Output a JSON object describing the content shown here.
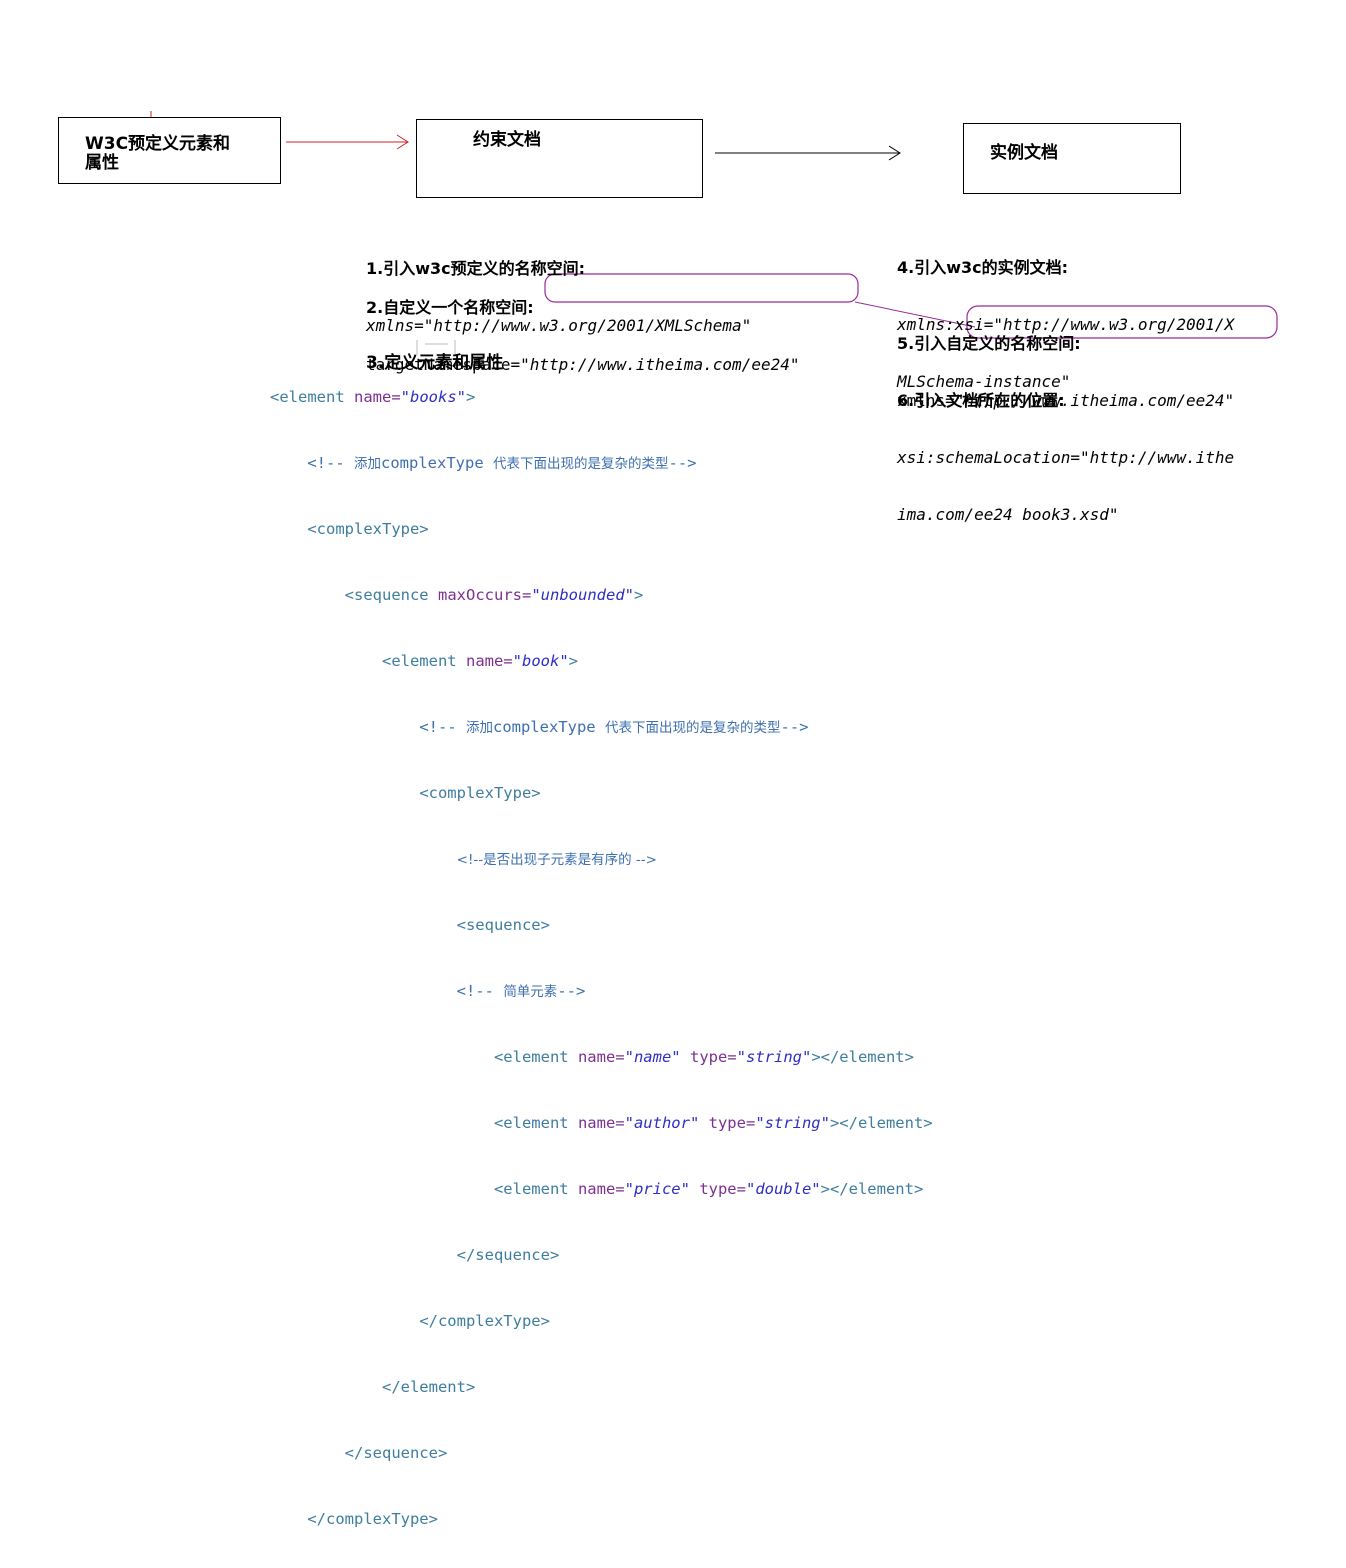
{
  "boxes": {
    "w3c_line1": "W3C预定义元素和",
    "w3c_line2": "属性",
    "constraint": "约束文档",
    "instance": "实例文档"
  },
  "notes": {
    "n1_title": "1.引入w3c预定义的名称空间:",
    "n1_value": "xmlns=\"http://www.w3.org/2001/XMLSchema\"",
    "n2_title": "2.自定义一个名称空间:",
    "n2_prefix": "targetNamespace=",
    "n2_value": "\"http://www.itheima.com/ee24\"",
    "n3_title": "3.定义元素和属性",
    "n4_title": "4.引入w3c的实例文档:",
    "n4_line1": "xmlns:xsi=\"http://www.w3.org/2001/X",
    "n4_line2": "MLSchema-instance\"",
    "n5_title": "5.引入自定义的名称空间:",
    "n5_prefix": "xmlns=",
    "n5_value": "\"http://www.itheima.com/ee24\"",
    "n6_title": "6.引入文档所在的位置:",
    "n6_line1": "xsi:schemaLocation=\"http://www.ithe",
    "n6_line2": "ima.com/ee24 book3.xsd\""
  },
  "code": {
    "el_open": "<element",
    "name_attr": "name=",
    "books_val": "\"books\"",
    "gt": ">",
    "cm_start": "<!--",
    "cm_cn": "添加",
    "cm_mid": "complexType",
    "cm_desc": "代表下面出现的是复杂的类型",
    "cm_end": "-->",
    "ct_open": "<complexType>",
    "seq_open_tag": "<sequence",
    "maxoccurs_attr": "maxOccurs=",
    "unbounded_val": "\"unbounded\"",
    "book_val": "\"book\"",
    "cm_order": "<!--是否出现子元素是有序的 -->",
    "seq_open": "<sequence>",
    "cm_simple_start": "<!--",
    "cm_simple": "简单元素",
    "cm_simple_end": "-->",
    "type_attr": "type=",
    "name_val": "\"name\"",
    "author_val": "\"author\"",
    "price_val": "\"price\"",
    "string_val": "\"string\"",
    "double_val": "\"double\"",
    "el_close_inline": "></element>",
    "seq_close": "</sequence>",
    "ct_close": "</complexType>",
    "el_close": "</element>"
  },
  "colors": {
    "tag": "#3e7d9e",
    "attr": "#7d2f92",
    "value": "#2e2ec4",
    "comment": "#3d6fb0",
    "highlight": "#9b2a9b",
    "red_arrow": "#d02020"
  }
}
